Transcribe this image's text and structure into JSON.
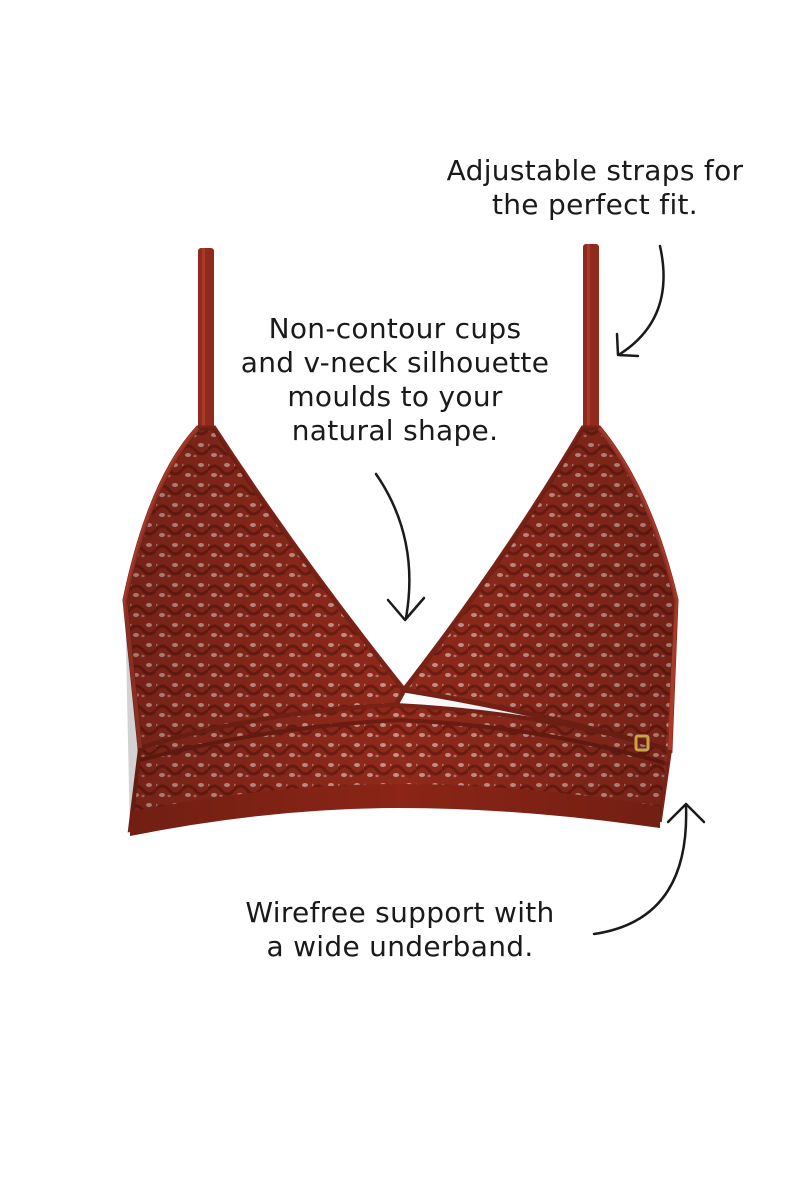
{
  "annotations": {
    "straps": {
      "lines": [
        "Adjustable straps for",
        "the perfect fit."
      ]
    },
    "cups": {
      "lines": [
        "Non-contour cups",
        "and v-neck silhouette",
        "moulds to your",
        "natural shape."
      ]
    },
    "wirefree": {
      "lines": [
        "Wirefree support with",
        "a wide underband."
      ]
    }
  },
  "colors": {
    "background": "#ffffff",
    "text": "#1a1a1a",
    "lace": "#8f2a1c",
    "lace_dark": "#6e1d12",
    "lace_light": "#b8473a",
    "hardware": "#c9a24a"
  },
  "icons": [
    "arrow-straps-icon",
    "arrow-cups-icon",
    "arrow-wirefree-icon"
  ]
}
